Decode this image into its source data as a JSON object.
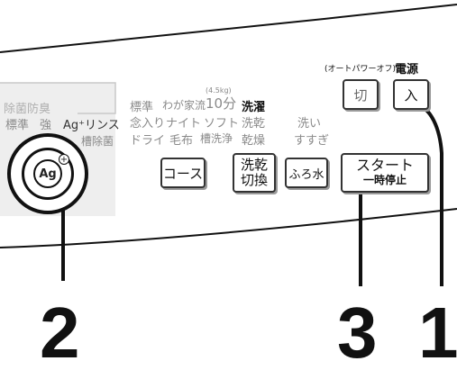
{
  "left_panel": {
    "stain_guard_label": "除菌防臭",
    "standard_label": "標準",
    "strong_label": "強",
    "ag_rinse_label": "Ag⁺リンス",
    "tub_sterilize_label": "槽除菌",
    "ag_button_label": "Ag"
  },
  "course_grid": {
    "row1": [
      "標準",
      "わが家流",
      "10分",
      "洗濯"
    ],
    "row1_note": "(4.5kg)",
    "row2": [
      "念入り",
      "ナイト",
      "ソフト",
      "洗乾",
      "洗い"
    ],
    "row3": [
      "ドライ",
      "毛布",
      "槽洗浄",
      "乾燥",
      "すすぎ"
    ]
  },
  "buttons": {
    "course": "コース",
    "wash_dry_switch_line1": "洗乾",
    "wash_dry_switch_line2": "切換",
    "bath_water": "ふろ水",
    "start_line1": "スタート",
    "start_line2": "一時停止",
    "off": "切",
    "on": "入"
  },
  "power": {
    "auto_power_off_note": "(オートパワーオフ)",
    "power_label": "電源"
  },
  "callouts": [
    "2",
    "3",
    "1"
  ]
}
